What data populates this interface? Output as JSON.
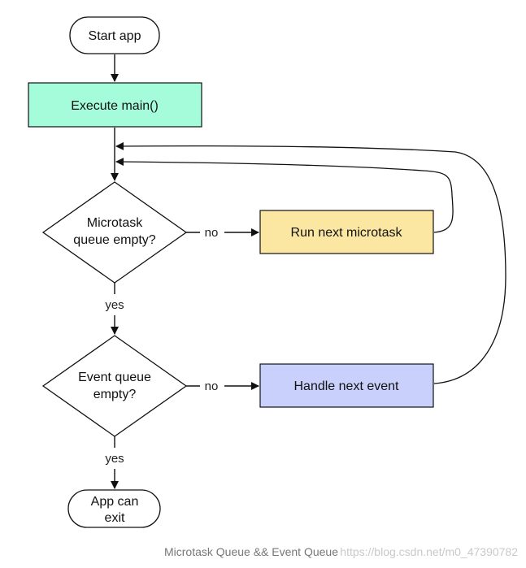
{
  "nodes": {
    "start": {
      "label": "Start app"
    },
    "main": {
      "label": "Execute main()",
      "color": "#a4fcdb"
    },
    "micro_check": {
      "line1": "Microtask",
      "line2": "queue empty?"
    },
    "run_micro": {
      "label": "Run next microtask",
      "color": "#fbe7a1"
    },
    "event_check": {
      "line1": "Event queue",
      "line2": "empty?"
    },
    "handle_event": {
      "label": "Handle next event",
      "color": "#c8d0fb"
    },
    "exit": {
      "line1": "App can",
      "line2": "exit"
    }
  },
  "edges": {
    "micro_no": "no",
    "micro_yes": "yes",
    "event_no": "no",
    "event_yes": "yes"
  },
  "caption": "Microtask Queue && Event Queue",
  "watermark": "https://blog.csdn.net/m0_47390782"
}
